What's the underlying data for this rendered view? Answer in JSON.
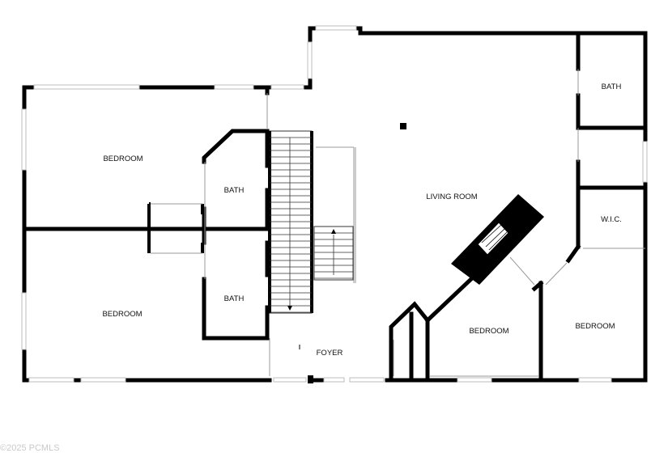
{
  "rooms": {
    "bedroom_nw": "BEDROOM",
    "bath_upper": "BATH",
    "bedroom_sw": "BEDROOM",
    "bath_lower": "BATH",
    "living_room": "LIVING ROOM",
    "bath_ne": "BATH",
    "wic": "W.I.C.",
    "bedroom_mid": "BEDROOM",
    "bedroom_se": "BEDROOM",
    "foyer": "FOYER"
  },
  "copyright": "©2025 PCMLS"
}
